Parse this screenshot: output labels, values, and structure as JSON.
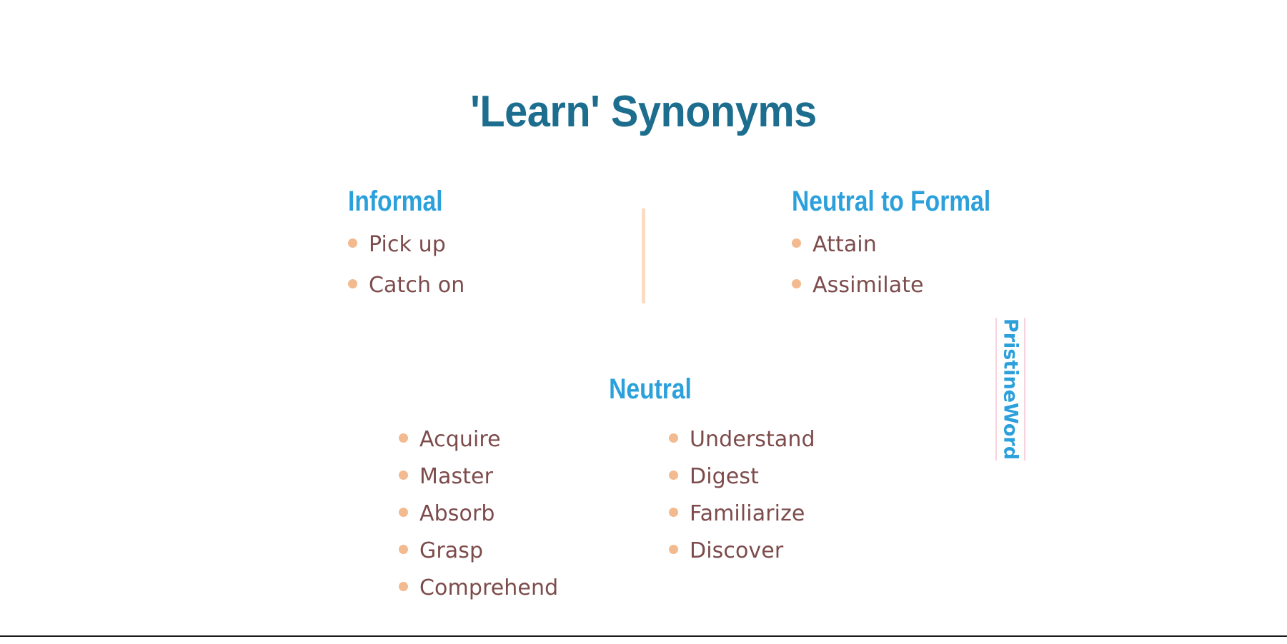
{
  "slide": {
    "title": "'Learn' Synonyms",
    "background_color": "#ffffff",
    "title_color": "#1d6e8e",
    "heading_color": "#2ba0db",
    "bullet_color": "#f3b98f",
    "item_text_color": "#7d4b4b",
    "divider_color": "#fadcc4",
    "watermark_border_color": "#f6d3de",
    "bottom_rule_color": "#1a1a1a"
  },
  "sections": {
    "informal": {
      "heading": "Informal",
      "items": [
        {
          "label": "Pick up"
        },
        {
          "label": "Catch on"
        }
      ]
    },
    "neutral_to_formal": {
      "heading": "Neutral to Formal",
      "items": [
        {
          "label": "Attain"
        },
        {
          "label": "Assimilate"
        }
      ]
    },
    "neutral": {
      "heading": "Neutral",
      "column_left": [
        {
          "label": "Acquire"
        },
        {
          "label": "Master"
        },
        {
          "label": "Absorb"
        },
        {
          "label": "Grasp"
        },
        {
          "label": "Comprehend"
        }
      ],
      "column_right": [
        {
          "label": "Understand"
        },
        {
          "label": "Digest"
        },
        {
          "label": "Familiarize"
        },
        {
          "label": "Discover"
        }
      ]
    }
  },
  "watermark": {
    "text": "PristineWord"
  }
}
